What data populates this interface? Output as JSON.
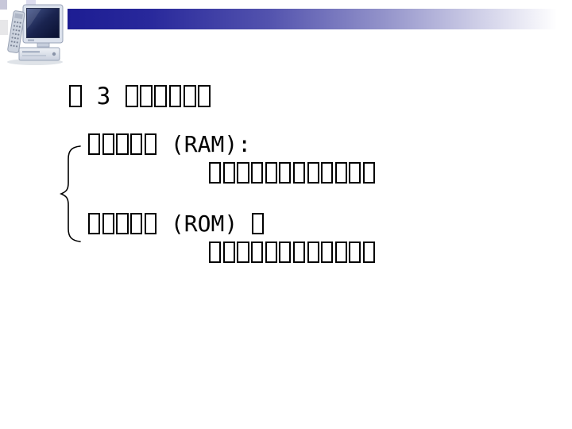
{
  "slide": {
    "title": "▯ 3 ▯▯▯▯▯▯",
    "memory_items": [
      {
        "label": "▯▯▯▯▯ (RAM):",
        "description": "▯▯▯▯▯▯▯▯▯▯▯▯"
      },
      {
        "label": "▯▯▯▯▯ (ROM) ▯",
        "description": "▯▯▯▯▯▯▯▯▯▯▯▯"
      }
    ]
  },
  "icons": {
    "computer_clipart": "desktop-computer-with-remote",
    "brace": "left-curly-brace"
  },
  "colors": {
    "background": "#ffffff",
    "text": "#000000",
    "header_gradient": [
      "#1d1d93",
      "#28289b",
      "#5353ae",
      "#9191c9",
      "#cacae5",
      "#ffffff"
    ]
  }
}
